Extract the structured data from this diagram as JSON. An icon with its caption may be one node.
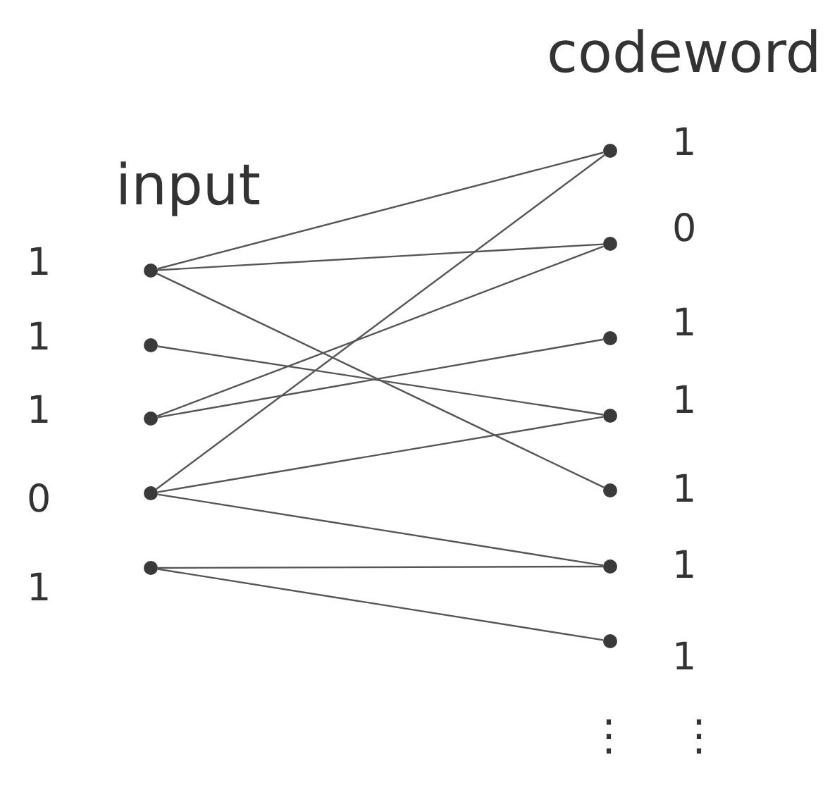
{
  "diagram": {
    "nodes": [
      {
        "text": [],
        "shape": "circle",
        "beside": [
          "1"
        ]
      },
      {
        "text": [],
        "shape": "circle",
        "beside": [
          "1"
        ]
      },
      {
        "text": [],
        "shape": "circle",
        "beside": [
          "1"
        ]
      },
      {
        "text": [],
        "shape": "circle",
        "beside": [
          "0"
        ]
      },
      {
        "text": [],
        "shape": "circle",
        "beside": [
          "1"
        ]
      },
      {
        "text": [],
        "shape": "circle",
        "beside": [
          "1"
        ]
      },
      {
        "text": [],
        "shape": "circle",
        "beside": [
          "0"
        ]
      },
      {
        "text": [],
        "shape": "circle",
        "beside": [
          "1"
        ]
      },
      {
        "text": [],
        "shape": "circle",
        "beside": [
          "1"
        ]
      },
      {
        "text": [],
        "shape": "circle",
        "beside": [
          "1"
        ]
      },
      {
        "text": [],
        "shape": "circle",
        "beside": [
          "1"
        ]
      },
      {
        "text": [],
        "shape": "circle",
        "beside": [
          "1"
        ]
      }
    ],
    "edges": [
      {
        "from": 0,
        "to": 5,
        "arrow": "none"
      },
      {
        "from": 0,
        "to": 6,
        "arrow": "none"
      },
      {
        "from": 0,
        "to": 9,
        "arrow": "none"
      },
      {
        "from": 1,
        "to": 8,
        "arrow": "none"
      },
      {
        "from": 2,
        "to": 6,
        "arrow": "none"
      },
      {
        "from": 2,
        "to": 7,
        "arrow": "none"
      },
      {
        "from": 3,
        "to": 5,
        "arrow": "none"
      },
      {
        "from": 3,
        "to": 8,
        "arrow": "none"
      },
      {
        "from": 3,
        "to": 10,
        "arrow": "none"
      },
      {
        "from": 4,
        "to": 10,
        "arrow": "none"
      },
      {
        "from": 4,
        "to": 11,
        "arrow": "none"
      }
    ],
    "labels": [
      "codeword",
      "input",
      "⋮",
      "⋮"
    ]
  }
}
